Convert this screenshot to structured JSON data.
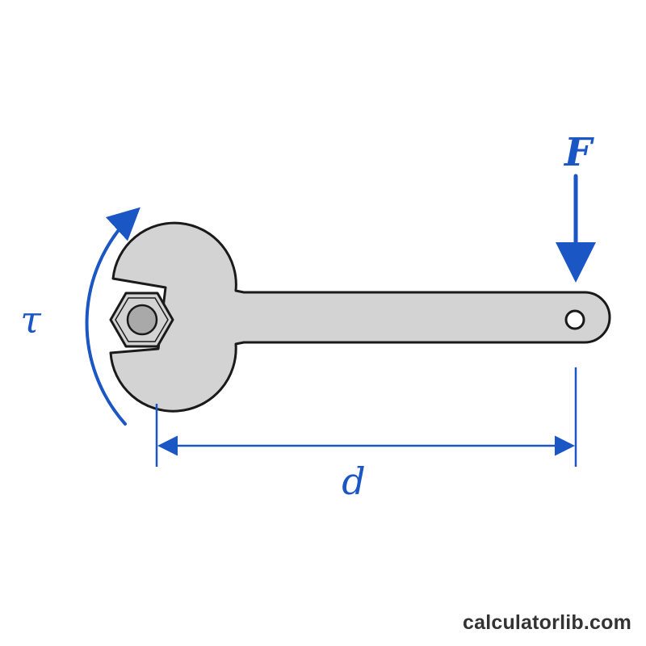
{
  "labels": {
    "torque": "τ",
    "force": "F",
    "distance": "d"
  },
  "watermark": "calculatorlib.com",
  "colors": {
    "annotation": "#1a56c4",
    "wrench_fill": "#d3d3d3",
    "wrench_stroke": "#1a1a1a",
    "bolt_fill": "#a9a9a9",
    "watermark": "#333333"
  }
}
